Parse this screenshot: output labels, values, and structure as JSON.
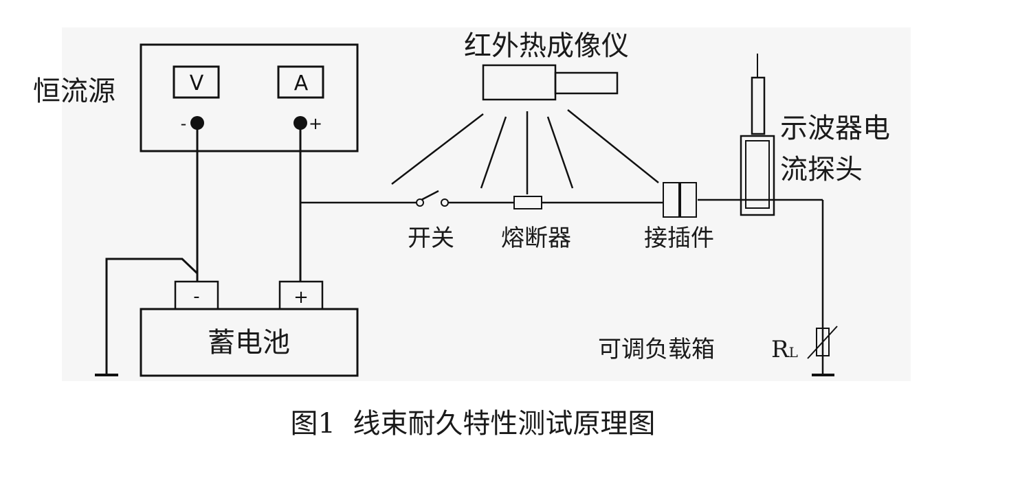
{
  "labels": {
    "power_supply": "恒流源",
    "voltmeter": "V",
    "ammeter": "A",
    "neg_out": "-",
    "pos_out": "+",
    "battery": "蓄电池",
    "battery_neg": "-",
    "battery_pos": "+",
    "thermal_imager": "红外热成像仪",
    "switch": "开关",
    "fuse": "熔断器",
    "connector": "接插件",
    "probe_line1": "示波器电",
    "probe_line2": "流探头",
    "load_box": "可调负载箱",
    "load_symbol": "R",
    "load_subscript": "L"
  },
  "caption": "图1  线束耐久特性测试原理图"
}
